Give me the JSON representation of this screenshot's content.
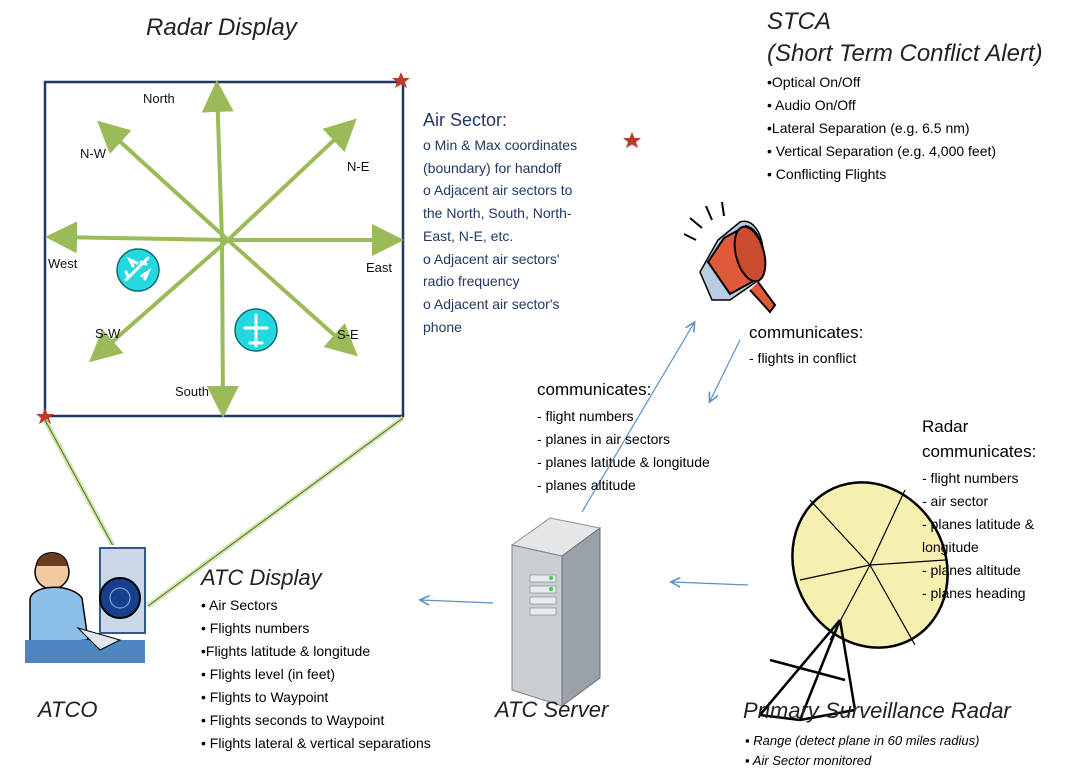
{
  "radar_display": {
    "title": "Radar Display",
    "directions": {
      "north": "North",
      "south": "South",
      "east": "East",
      "west": "West",
      "ne": "N-E",
      "nw": "N-W",
      "se": "S-E",
      "sw": "S-W"
    }
  },
  "air_sector": {
    "heading": "Air Sector:",
    "items": [
      "o Min & Max coordinates",
      "(boundary) for handoff",
      "o Adjacent air sectors to",
      "the North, South, North-",
      "East, N-E, etc.",
      "o  Adjacent air sectors'",
      "radio frequency",
      "o Adjacent air sector's",
      "phone"
    ]
  },
  "stca": {
    "title_line1": "STCA",
    "title_line2": "(Short Term Conflict Alert)",
    "items": [
      "•Optical On/Off",
      "• Audio On/Off",
      "•Lateral Separation (e.g. 6.5 nm)",
      "• Vertical Separation (e.g. 4,000 feet)",
      "• Conflicting Flights"
    ]
  },
  "stca_comm": {
    "heading": "communicates:",
    "items": [
      "- flights in conflict"
    ]
  },
  "server_comm": {
    "heading": "communicates:",
    "items": [
      "- flight numbers",
      "- planes in air sectors",
      "- planes latitude & longitude",
      "- planes altitude"
    ]
  },
  "radar_comm": {
    "heading_line1": "Radar",
    "heading_line2": "communicates:",
    "items": [
      "-  flight numbers",
      "-  air sector",
      "-  planes latitude &",
      "longitude",
      "-  planes altitude",
      "-  planes heading"
    ]
  },
  "atc_display": {
    "title": "ATC Display",
    "items": [
      "• Air Sectors",
      "• Flights numbers",
      "•Flights latitude & longitude",
      "• Flights level (in feet)",
      "• Flights to Waypoint",
      "• Flights seconds  to Waypoint",
      "• Flights lateral & vertical separations"
    ]
  },
  "labels": {
    "atco": "ATCO",
    "atc_server": "ATC Server",
    "psr": "Primary Surveillance Radar"
  },
  "psr_items": [
    "Range (detect plane in 60 miles radius)",
    "Air Sector monitored"
  ],
  "colors": {
    "box_border": "#1f3864",
    "arrow_green": "#9bbb59",
    "link_blue": "#5b8fc7",
    "plane_circle": "#25d7e0",
    "star_red": "#c0392b"
  }
}
